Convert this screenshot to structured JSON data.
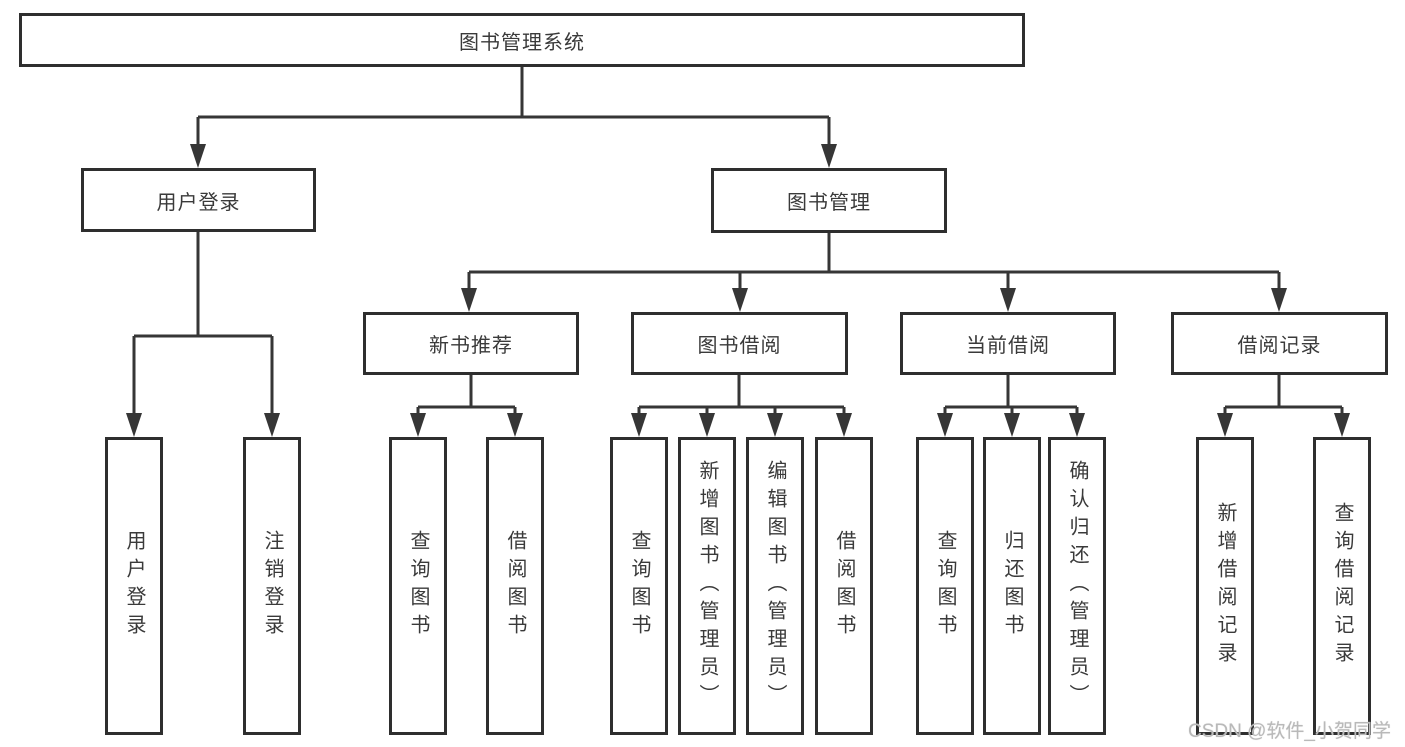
{
  "tree": {
    "label": "图书管理系统",
    "children": [
      {
        "label": "用户登录",
        "children": [
          {
            "label": "用户登录"
          },
          {
            "label": "注销登录"
          }
        ]
      },
      {
        "label": "图书管理",
        "children": [
          {
            "label": "新书推荐",
            "children": [
              {
                "label": "查询图书"
              },
              {
                "label": "借阅图书"
              }
            ]
          },
          {
            "label": "图书借阅",
            "children": [
              {
                "label": "查询图书"
              },
              {
                "label": "新增图书（管理员）"
              },
              {
                "label": "编辑图书（管理员）"
              },
              {
                "label": "借阅图书"
              }
            ]
          },
          {
            "label": "当前借阅",
            "children": [
              {
                "label": "查询图书"
              },
              {
                "label": "归还图书"
              },
              {
                "label": "确认归还（管理员）"
              }
            ]
          },
          {
            "label": "借阅记录",
            "children": [
              {
                "label": "新增借阅记录"
              },
              {
                "label": "查询借阅记录"
              }
            ]
          }
        ]
      }
    ]
  },
  "watermark": {
    "text": "CSDN @软件_小贺同学"
  },
  "colors": {
    "line": "#363636",
    "box_border": "#2e2e2e",
    "text": "#3a3a3a",
    "background": "#ffffff",
    "watermark": "#b9b9b9"
  }
}
